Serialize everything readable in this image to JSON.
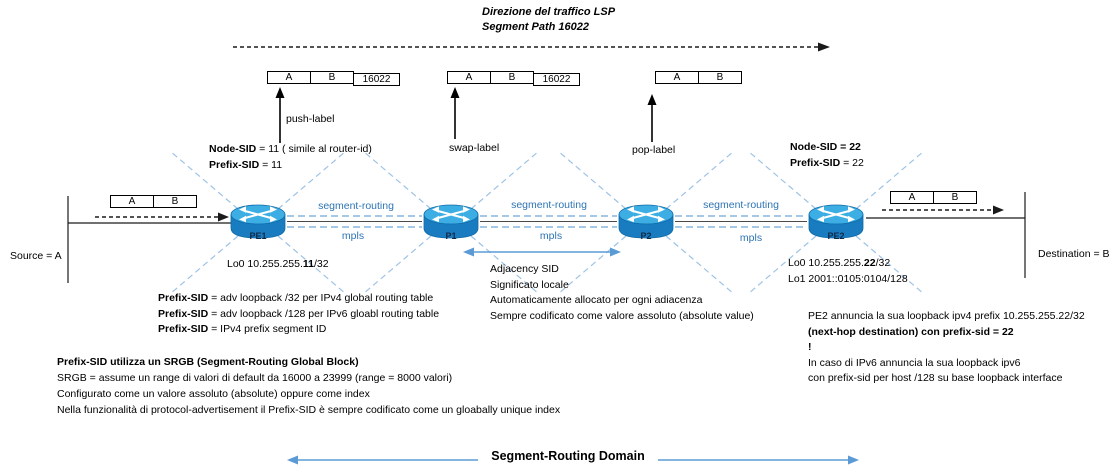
{
  "title": {
    "line1": "Direzione del traffico LSP",
    "line2": "Segment Path 16022"
  },
  "packet": {
    "a": "A",
    "b": "B",
    "sid": "16022"
  },
  "actions": {
    "push": "push-label",
    "swap": "swap-label",
    "pop": "pop-label"
  },
  "routers": [
    {
      "name": "PE1"
    },
    {
      "name": "P1"
    },
    {
      "name": "P2"
    },
    {
      "name": "PE2"
    }
  ],
  "link_labels": {
    "sr": "segment-routing",
    "mpls": "mpls"
  },
  "pe1_sid": {
    "node_bold": "Node-SID",
    "node_rest": " = 11 ( simile al router-id)",
    "prefix_bold": "Prefix-SID",
    "prefix_rest": " = 11"
  },
  "pe2_sid": {
    "node": "Node-SID = 22",
    "prefix_bold": "Prefix-SID",
    "prefix_rest": " = 22"
  },
  "pe1_loopback": {
    "pre": "Lo0 10.255.255.",
    "bold": "11",
    "post": "/32"
  },
  "pe2_loopback": {
    "lo0_pre": "Lo0 10.255.255.",
    "lo0_bold": "22",
    "lo0_post": "/32",
    "lo1": "Lo1 2001::0105:0104/128"
  },
  "adjacency": {
    "title": "Adjacency SID",
    "lines": [
      "Significato locale",
      "Automaticamente allocato per ogni adiacenza",
      "Sempre codificato come valore assoluto (absolute value)"
    ]
  },
  "prefix_block": {
    "name": "Prefix-SID",
    "rests": [
      " = adv loopback /32 per IPv4 global routing table",
      " = adv loopback /128 per IPv6 gloabl routing table",
      " = IPv4 prefix segment ID"
    ]
  },
  "srgb_block": {
    "title": "Prefix-SID utilizza un SRGB (Segment-Routing Global Block)",
    "lines": [
      "SRGB = assume un range di valori di default da 16000 a 23999 (range = 8000 valori)",
      "Configurato come un valore assoluto (absolute) oppure come index",
      "Nella funzionalità di protocol-advertisement il Prefix-SID è sempre codificato come un gloabally unique index"
    ]
  },
  "pe2_note": {
    "line1": "PE2 annuncia la sua loopback ipv4 prefix 10.255.255.22/32",
    "line2": "(next-hop destination) con prefix-sid = 22",
    "line3": "!",
    "line4": "In caso di IPv6 annuncia la sua loopback ipv6",
    "line5": "con prefix-sid per host /128 su base loopback interface"
  },
  "endpoints": {
    "source": "Source = A",
    "destination": "Destination = B"
  },
  "domain_label": "Segment-Routing Domain",
  "colors": {
    "link_text_blue": "#2E74B5",
    "dashed_ray_blue": "#9DC3E6",
    "arrow_blue": "#5B9BD5",
    "router_top": "#3DAEE3",
    "router_body": "#1A7CC0"
  }
}
